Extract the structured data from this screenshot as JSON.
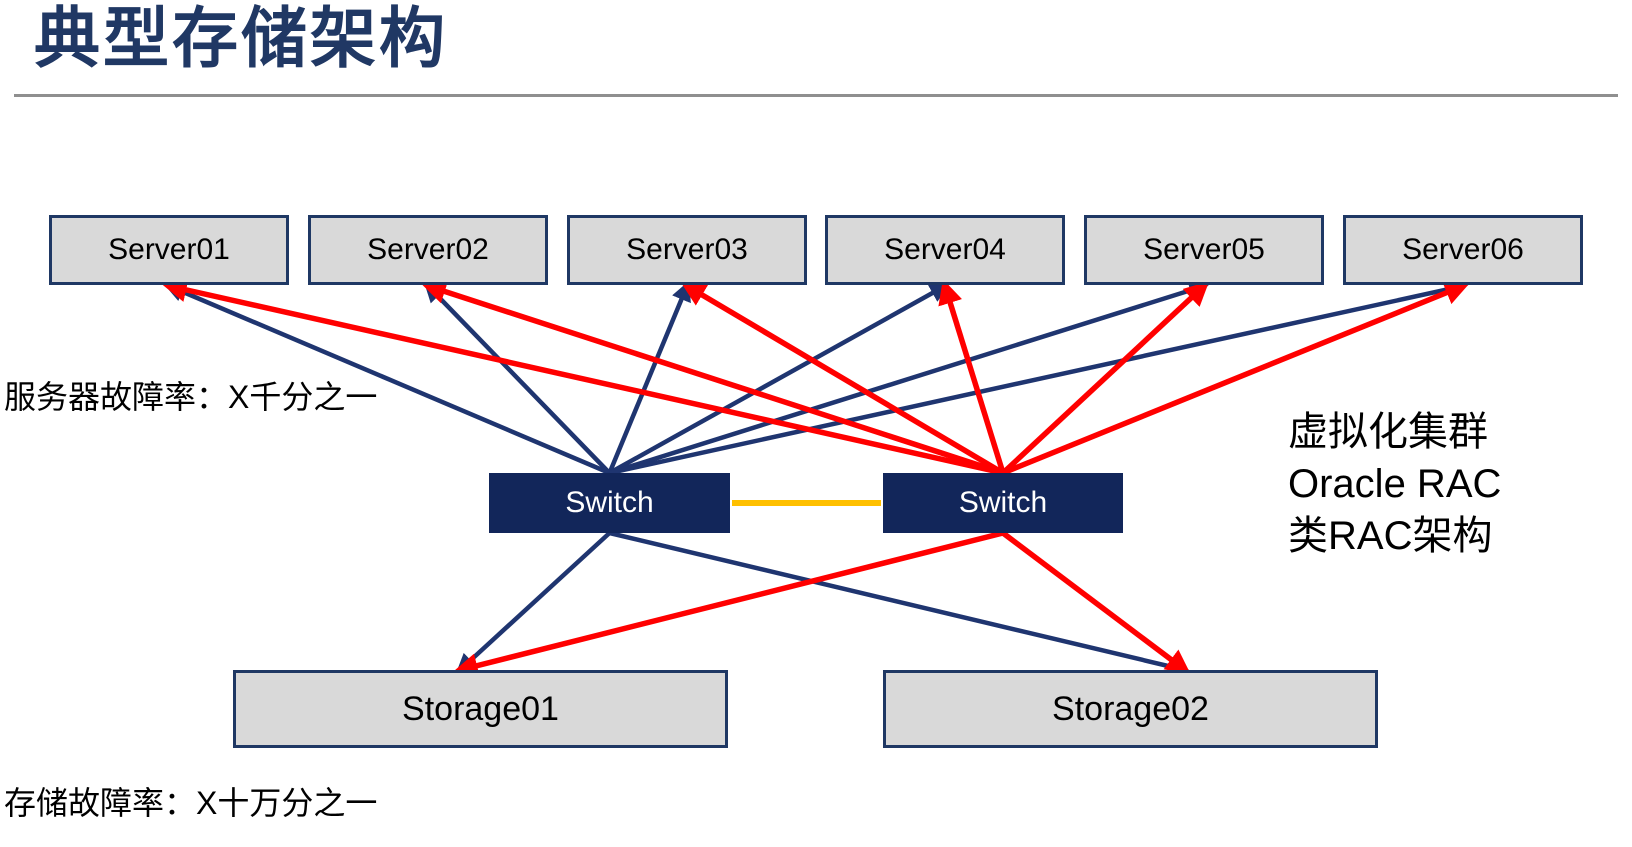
{
  "title": "典型存储架构",
  "annotations": {
    "server_failure": "服务器故障率：X千分之一",
    "storage_failure": "存储故障率：X十万分之一",
    "right_note_lines": [
      "虚拟化集群",
      "Oracle RAC",
      "类RAC架构"
    ]
  },
  "nodes": {
    "servers": [
      {
        "id": "server01",
        "label": "Server01"
      },
      {
        "id": "server02",
        "label": "Server02"
      },
      {
        "id": "server03",
        "label": "Server03"
      },
      {
        "id": "server04",
        "label": "Server04"
      },
      {
        "id": "server05",
        "label": "Server05"
      },
      {
        "id": "server06",
        "label": "Server06"
      }
    ],
    "switches": [
      {
        "id": "switch-a",
        "label": "Switch"
      },
      {
        "id": "switch-b",
        "label": "Switch"
      }
    ],
    "storages": [
      {
        "id": "storage01",
        "label": "Storage01"
      },
      {
        "id": "storage02",
        "label": "Storage02"
      }
    ]
  },
  "connections": [
    {
      "from": "switch-a",
      "to": "server01",
      "color": "navy"
    },
    {
      "from": "switch-a",
      "to": "server02",
      "color": "navy"
    },
    {
      "from": "switch-a",
      "to": "server03",
      "color": "navy"
    },
    {
      "from": "switch-a",
      "to": "server04",
      "color": "navy"
    },
    {
      "from": "switch-a",
      "to": "server05",
      "color": "navy"
    },
    {
      "from": "switch-a",
      "to": "server06",
      "color": "navy"
    },
    {
      "from": "switch-b",
      "to": "server01",
      "color": "red"
    },
    {
      "from": "switch-b",
      "to": "server02",
      "color": "red"
    },
    {
      "from": "switch-b",
      "to": "server03",
      "color": "red"
    },
    {
      "from": "switch-b",
      "to": "server04",
      "color": "red"
    },
    {
      "from": "switch-b",
      "to": "server05",
      "color": "red"
    },
    {
      "from": "switch-b",
      "to": "server06",
      "color": "red"
    },
    {
      "from": "switch-a",
      "to": "storage01",
      "color": "navy"
    },
    {
      "from": "switch-a",
      "to": "storage02",
      "color": "navy"
    },
    {
      "from": "switch-b",
      "to": "storage01",
      "color": "red"
    },
    {
      "from": "switch-b",
      "to": "storage02",
      "color": "red"
    },
    {
      "from": "switch-a",
      "to": "switch-b",
      "color": "orange"
    }
  ],
  "colors": {
    "navy": "#1f3570",
    "red": "#ff0000",
    "orange": "#ffc000",
    "title": "#203864",
    "divider": "#8f8f8f",
    "box_fill": "#d9d9d9",
    "box_border": "#1f3864",
    "switch_fill": "#12265a",
    "switch_text": "#ffffff",
    "text": "#000000"
  }
}
